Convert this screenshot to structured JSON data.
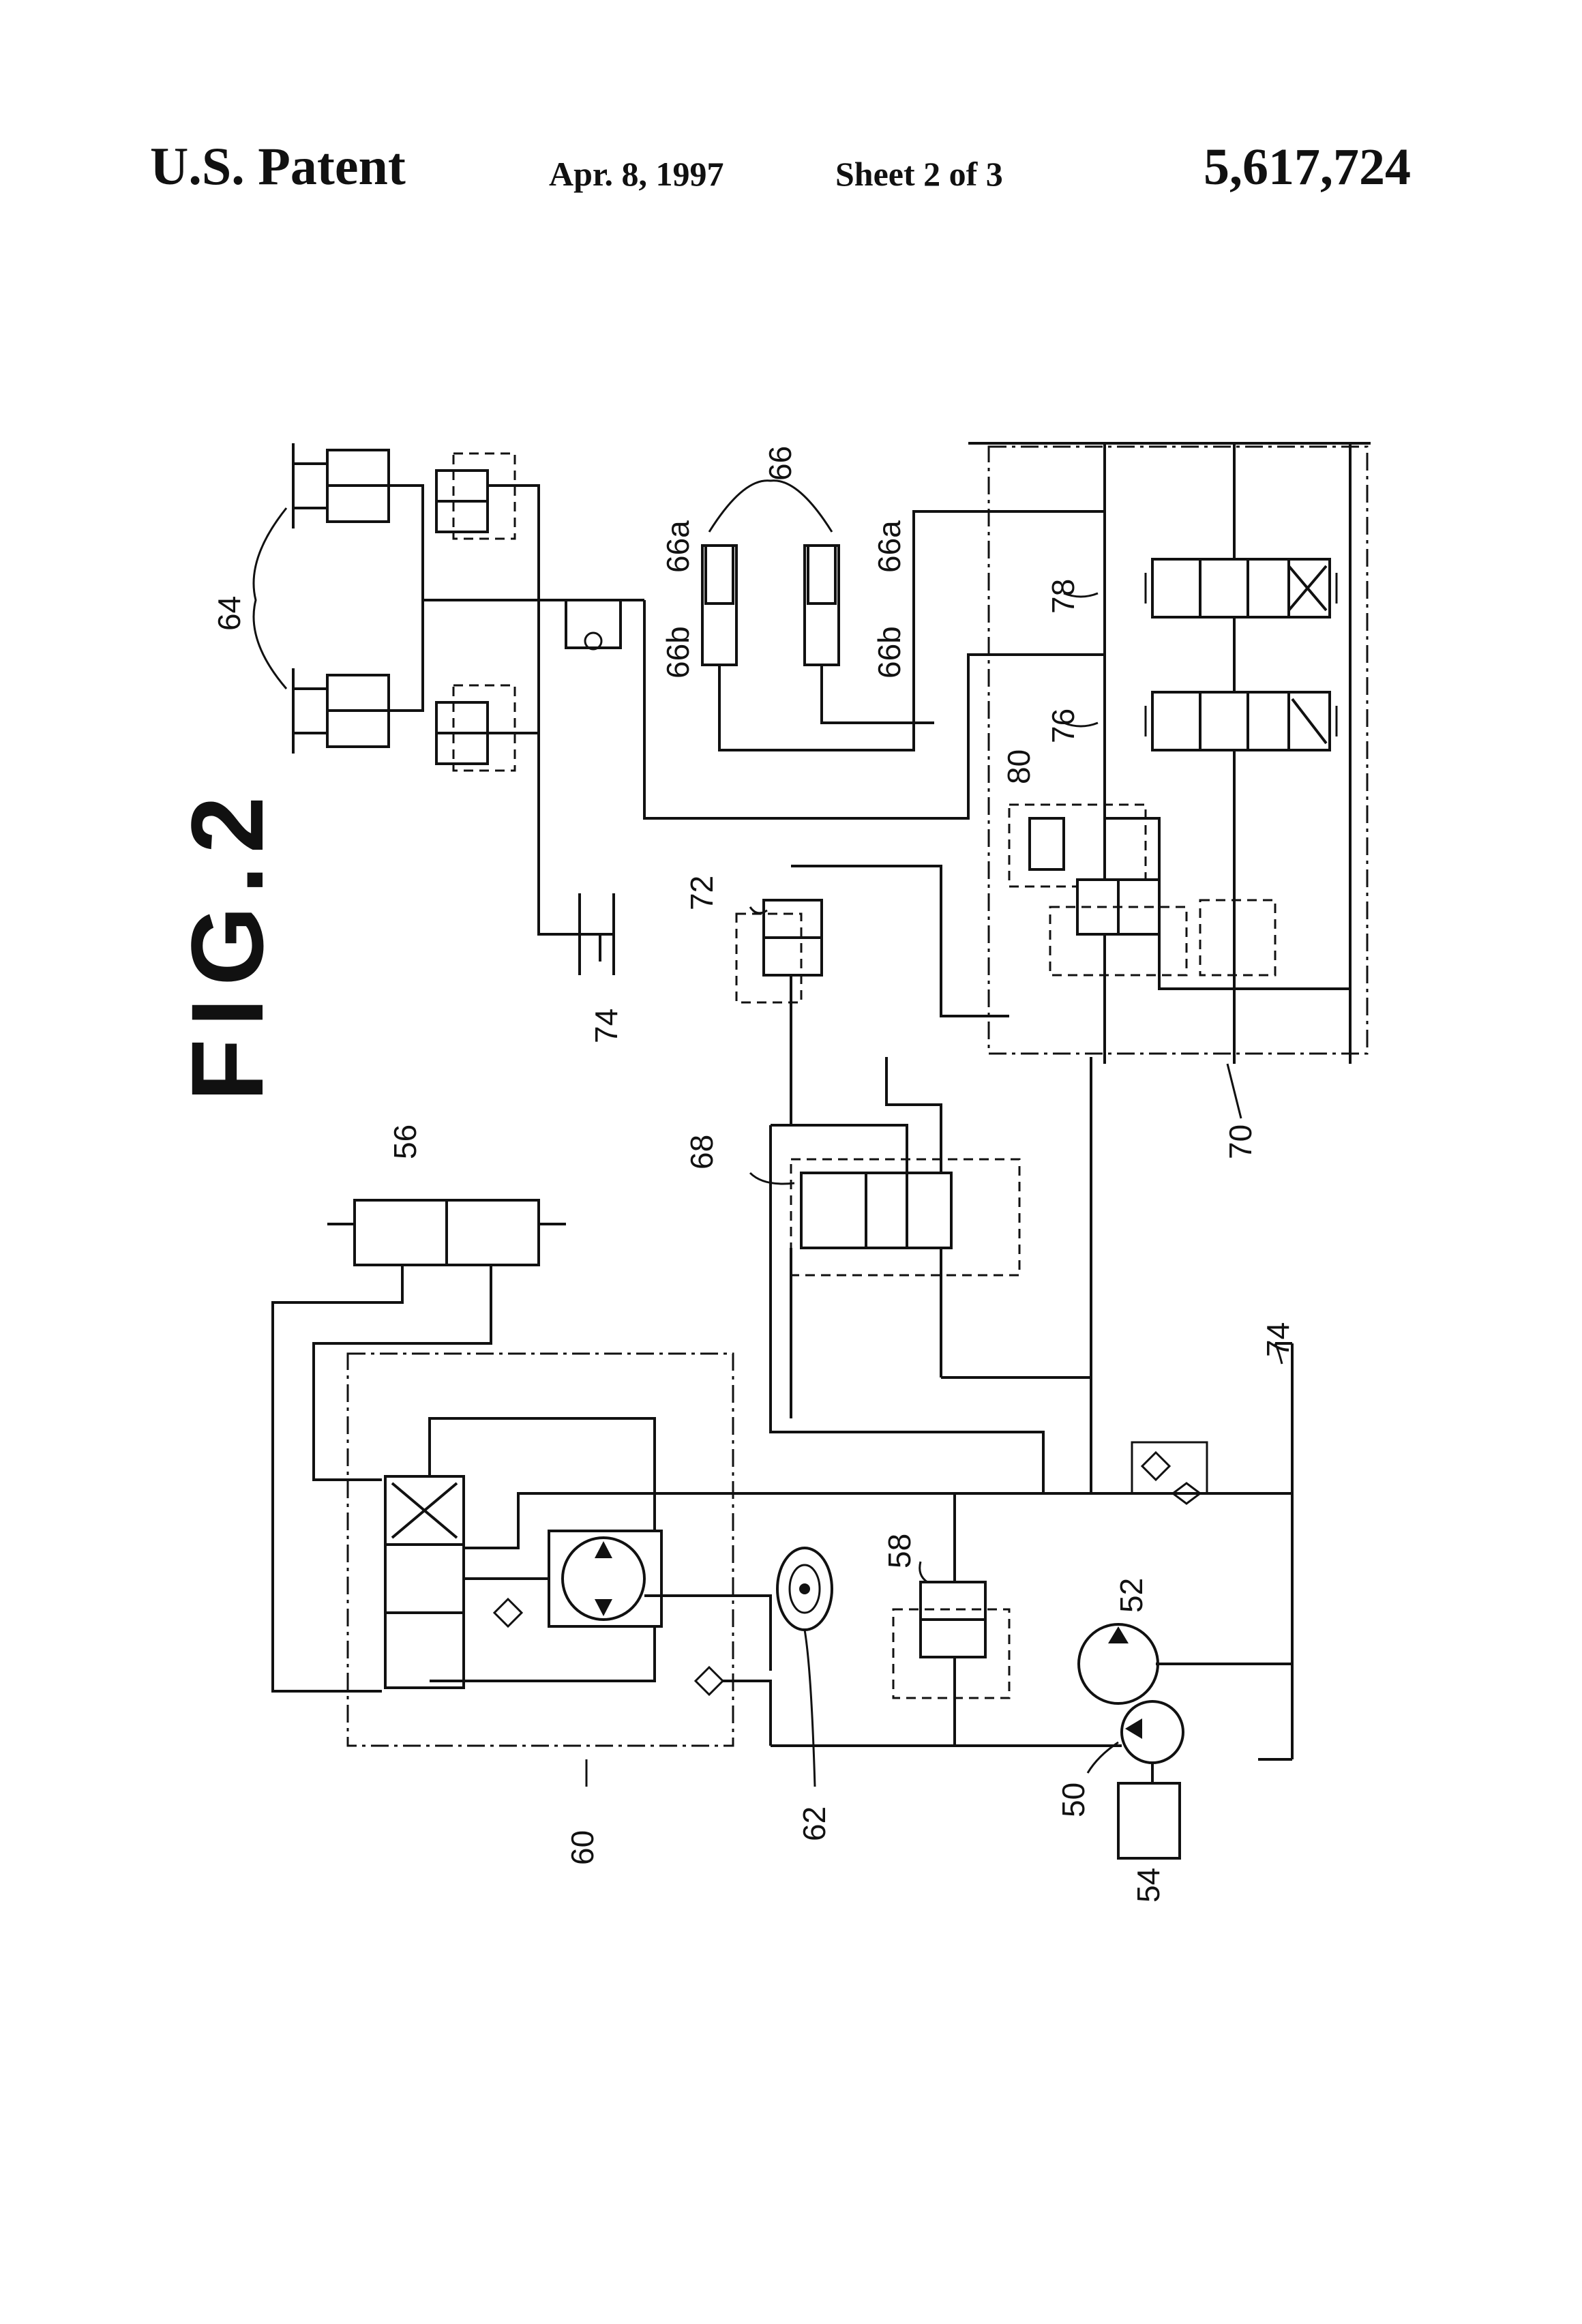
{
  "header": {
    "left": "U.S. Patent",
    "date": "Apr. 8, 1997",
    "sheet": "Sheet 2 of 3",
    "number": "5,617,724"
  },
  "figure": {
    "title": "FIG.2",
    "labels": {
      "l50": "50",
      "l52": "52",
      "l54": "54",
      "l56": "56",
      "l58": "58",
      "l60": "60",
      "l62": "62",
      "l64": "64",
      "l66": "66",
      "l66a_1": "66a",
      "l66a_2": "66a",
      "l66b_1": "66b",
      "l66b_2": "66b",
      "l68": "68",
      "l70": "70",
      "l72": "72",
      "l74_1": "74",
      "l74_2": "74",
      "l76": "76",
      "l78": "78",
      "l80": "80"
    }
  }
}
